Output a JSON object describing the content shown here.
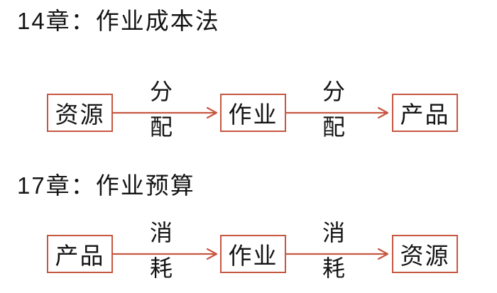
{
  "canvas": {
    "background": "#ffffff",
    "accent": "#c65741",
    "text_color": "#141414"
  },
  "sections": [
    {
      "title": "14章：作业成本法",
      "flow": {
        "nodes": [
          {
            "label": "资源"
          },
          {
            "label": "作业"
          },
          {
            "label": "产品"
          }
        ],
        "edges": [
          {
            "label": "分配",
            "label_top": "分",
            "label_bottom": "配"
          },
          {
            "label": "分配",
            "label_top": "分",
            "label_bottom": "配"
          }
        ]
      }
    },
    {
      "title": "17章：作业预算",
      "flow": {
        "nodes": [
          {
            "label": "产品"
          },
          {
            "label": "作业"
          },
          {
            "label": "资源"
          }
        ],
        "edges": [
          {
            "label": "消耗",
            "label_top": "消",
            "label_bottom": "耗"
          },
          {
            "label": "消耗",
            "label_top": "消",
            "label_bottom": "耗"
          }
        ]
      }
    }
  ]
}
